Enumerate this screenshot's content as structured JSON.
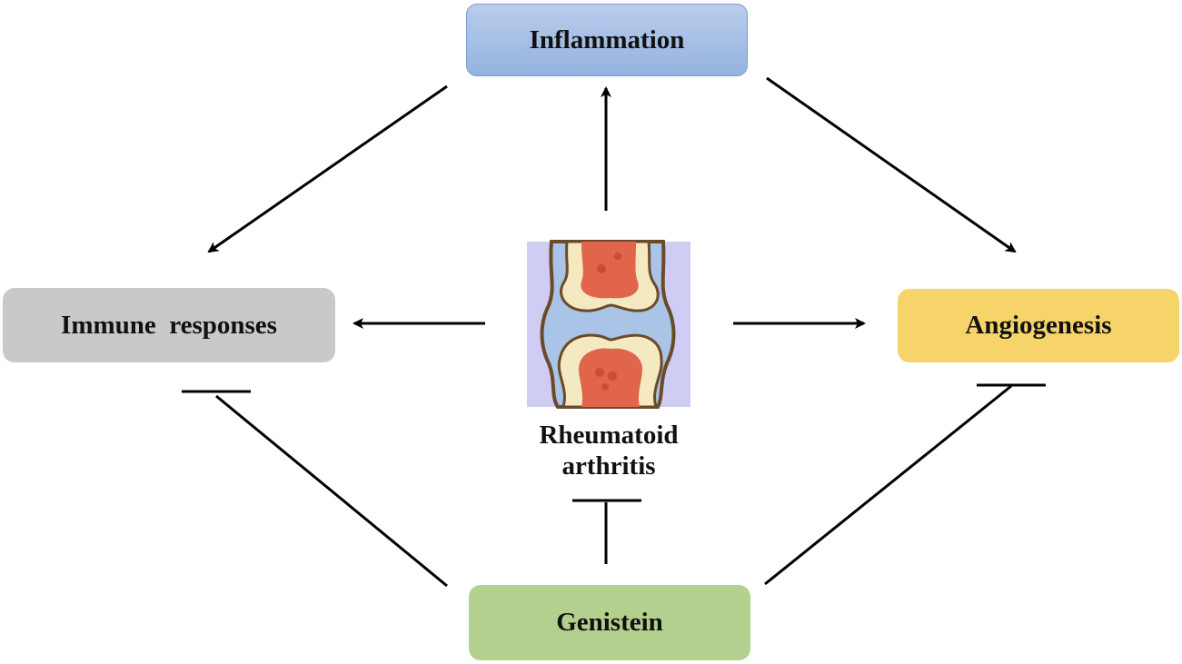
{
  "nodes": {
    "inflammation": "Inflammation",
    "immune": "Immune  responses",
    "angiogenesis": "Angiogenesis",
    "genistein": "Genistein",
    "ra_line1": "Rheumatoid",
    "ra_line2": "arthritis"
  },
  "edges": [
    {
      "from": "Rheumatoid arthritis",
      "to": "Inflammation",
      "type": "activation"
    },
    {
      "from": "Rheumatoid arthritis",
      "to": "Immune  responses",
      "type": "activation"
    },
    {
      "from": "Rheumatoid arthritis",
      "to": "Angiogenesis",
      "type": "activation"
    },
    {
      "from": "Inflammation",
      "to": "Immune  responses",
      "type": "activation"
    },
    {
      "from": "Inflammation",
      "to": "Angiogenesis",
      "type": "activation"
    },
    {
      "from": "Genistein",
      "to": "Immune  responses",
      "type": "inhibition"
    },
    {
      "from": "Genistein",
      "to": "Rheumatoid arthritis",
      "type": "inhibition"
    },
    {
      "from": "Genistein",
      "to": "Angiogenesis",
      "type": "inhibition"
    }
  ],
  "colors": {
    "inflammation_fill": "#a8c0e8",
    "immune_fill": "#c9c9c9",
    "angiogenesis_fill": "#f6d46a",
    "genistein_fill": "#b3d08f",
    "line": "#000000",
    "joint_background": "#cfcdf4",
    "bone_marrow": "#e0654a",
    "cartilage": "#f5e9c2",
    "synovium": "#a9c4e6"
  }
}
